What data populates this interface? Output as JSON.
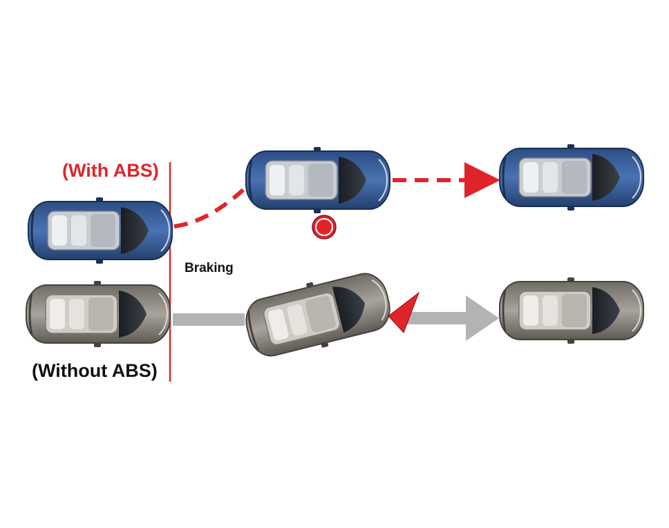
{
  "labels": {
    "with_abs": "(With ABS)",
    "without_abs": "(Without ABS)",
    "braking": "Braking"
  },
  "colors": {
    "accent_red": "#e0242b",
    "label_black": "#111111",
    "car_blue": "#3a5f9a",
    "car_blue_dark": "#23406f",
    "car_gray": "#8c8880",
    "car_gray_dark": "#5e5a54",
    "path_gray": "#b3b3b3"
  },
  "icons": {
    "car_with_abs": "blue-car-top-view-icon",
    "car_without_abs": "gray-car-top-view-icon",
    "obstacle": "red-target-circle-icon",
    "impact": "red-impact-arrow-icon"
  }
}
